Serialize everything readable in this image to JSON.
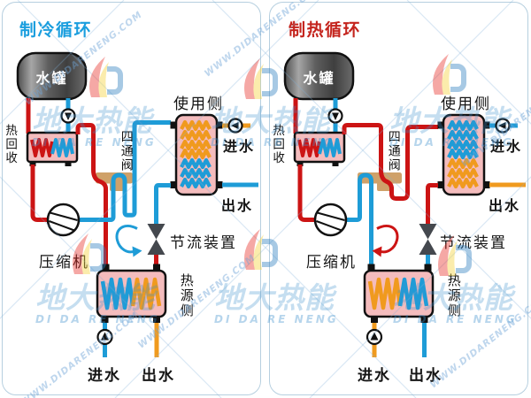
{
  "colors": {
    "pipe_red": "#cc1414",
    "pipe_blue": "#1e9cd7",
    "pipe_orange": "#f09a1e",
    "exchanger_pink": "#f4bcbd",
    "valve_tan": "#cfa169",
    "throttle_gray": "#44484e",
    "title_cooling": "#1a9ede",
    "title_heating": "#c4241d",
    "watermark_blue": "#3e91cd"
  },
  "watermark": {
    "brand_cn": "地大热能",
    "brand_en": "DI DA RE NENG",
    "url": "WWW.DIDARENENG.COM"
  },
  "panels": [
    {
      "title": "制冷循环",
      "title_color": "#1a9ede",
      "labels": {
        "tank": "水罐",
        "heat_recovery": "热回收",
        "four_way_valve": "四通阀",
        "use_side": "使用侧",
        "use_in": "进水",
        "use_out": "出水",
        "compressor": "压缩机",
        "throttle": "节流装置",
        "source_side": "热源侧",
        "source_in": "进水",
        "source_out": "出水"
      }
    },
    {
      "title": "制热循环",
      "title_color": "#c4241d",
      "labels": {
        "tank": "水罐",
        "heat_recovery": "热回收",
        "four_way_valve": "四通阀",
        "use_side": "使用侧",
        "use_in": "进水",
        "use_out": "出水",
        "compressor": "压缩机",
        "throttle": "节流装置",
        "source_side": "热源侧",
        "source_in": "进水",
        "source_out": "出水"
      }
    }
  ]
}
